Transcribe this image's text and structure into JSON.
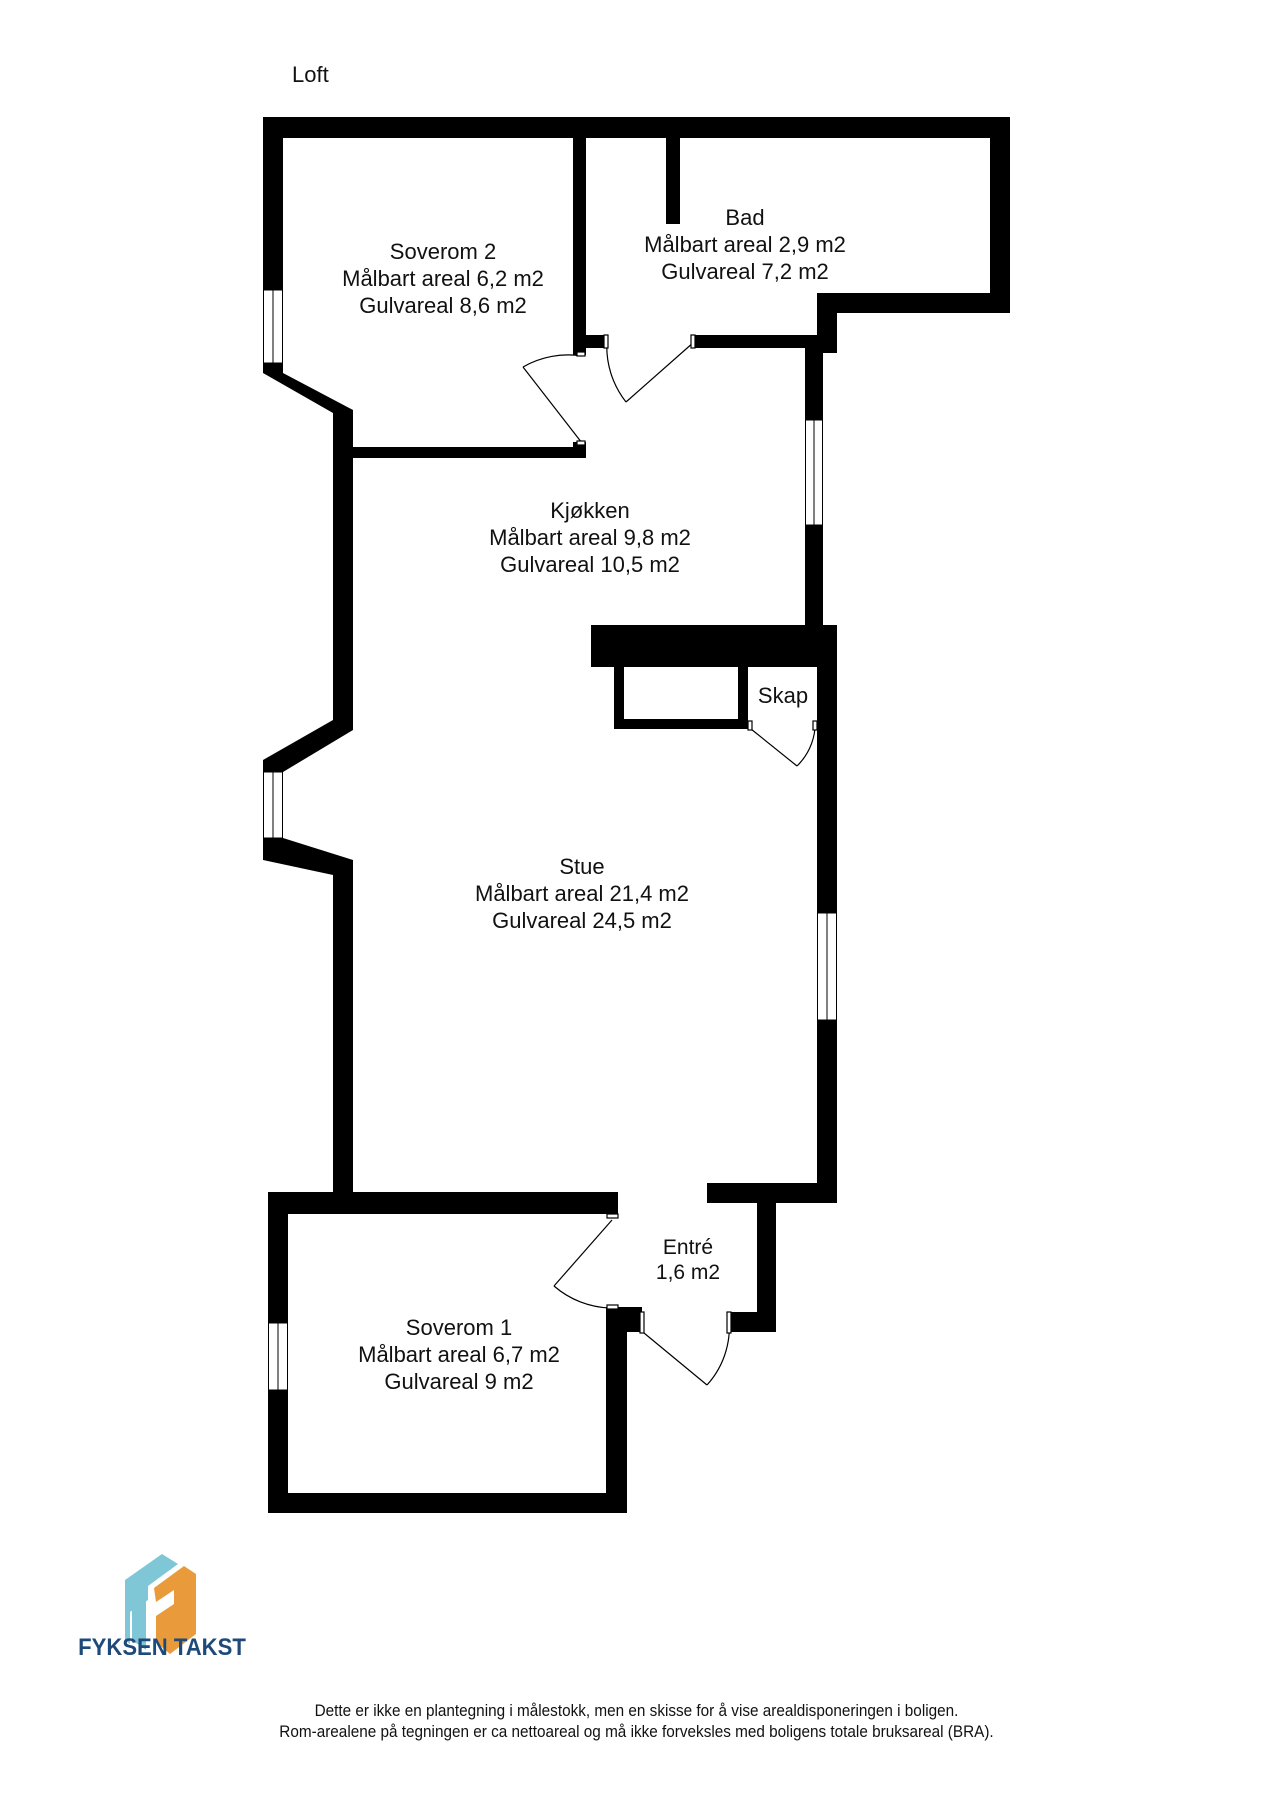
{
  "floor": {
    "name": "Loft"
  },
  "rooms": [
    {
      "id": "soverom-2",
      "name": "Soverom 2",
      "measurable": "Målbart areal 6,2 m2",
      "floor": "Gulvareal 8,6 m2"
    },
    {
      "id": "bad",
      "name": "Bad",
      "measurable": "Målbart areal 2,9 m2",
      "floor": "Gulvareal 7,2 m2"
    },
    {
      "id": "kjokken",
      "name": "Kjøkken",
      "measurable": "Målbart areal 9,8 m2",
      "floor": "Gulvareal 10,5 m2"
    },
    {
      "id": "skap",
      "name": "Skap"
    },
    {
      "id": "stue",
      "name": "Stue",
      "measurable": "Målbart areal 21,4 m2",
      "floor": "Gulvareal 24,5 m2"
    },
    {
      "id": "entre",
      "name": "Entré",
      "area": "1,6 m2"
    },
    {
      "id": "soverom-1",
      "name": "Soverom 1",
      "measurable": "Målbart areal 6,7 m2",
      "floor": "Gulvareal 9 m2"
    }
  ],
  "brand": {
    "name": "FYKSEN TAKST",
    "colors": {
      "cyan": "#7fc6d6",
      "orange": "#e99a3a",
      "navy": "#1d4a78"
    }
  },
  "disclaimer": {
    "line1": "Dette er ikke en plantegning i målestokk, men en skisse for å vise arealdisponeringen i boligen.",
    "line2": "Rom-arealene på tegningen er ca nettoareal og må ikke forveksles med boligens totale bruksareal (BRA)."
  },
  "colors": {
    "wall": "#000000",
    "background": "#ffffff"
  }
}
